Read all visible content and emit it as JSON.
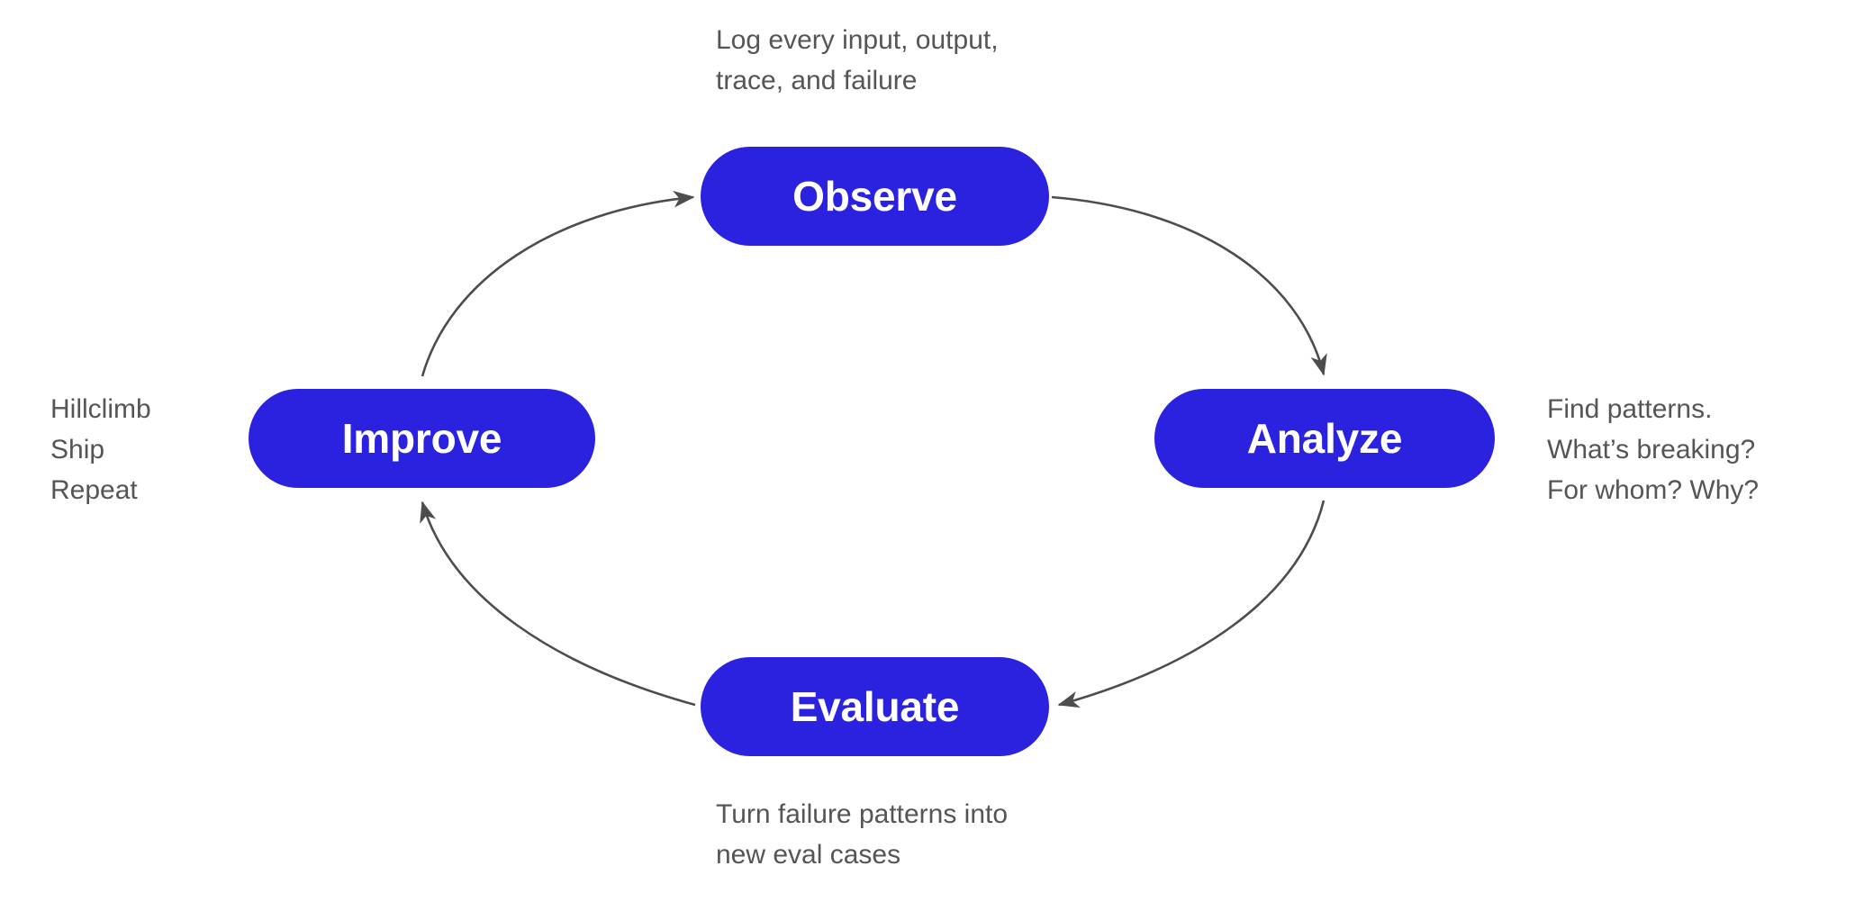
{
  "diagram": {
    "title": "Observe-Analyze-Evaluate-Improve loop",
    "background_color": "#ffffff",
    "node_fill_color": "#2B22E0",
    "node_text_color": "#ffffff",
    "caption_text_color": "#555555",
    "arrow_color": "#4d4d4d"
  },
  "nodes": {
    "observe": {
      "label": "Observe"
    },
    "analyze": {
      "label": "Analyze"
    },
    "evaluate": {
      "label": "Evaluate"
    },
    "improve": {
      "label": "Improve"
    }
  },
  "captions": {
    "observe": "Log every input, output,\ntrace, and failure",
    "analyze": "Find patterns.\nWhat’s breaking?\nFor whom? Why?",
    "evaluate": "Turn failure patterns into\nnew eval cases",
    "improve": "Hillclimb\nShip\nRepeat"
  },
  "edges": [
    {
      "from": "observe",
      "to": "analyze",
      "direction": "clockwise"
    },
    {
      "from": "analyze",
      "to": "evaluate",
      "direction": "clockwise"
    },
    {
      "from": "evaluate",
      "to": "improve",
      "direction": "clockwise"
    },
    {
      "from": "improve",
      "to": "observe",
      "direction": "clockwise"
    }
  ]
}
